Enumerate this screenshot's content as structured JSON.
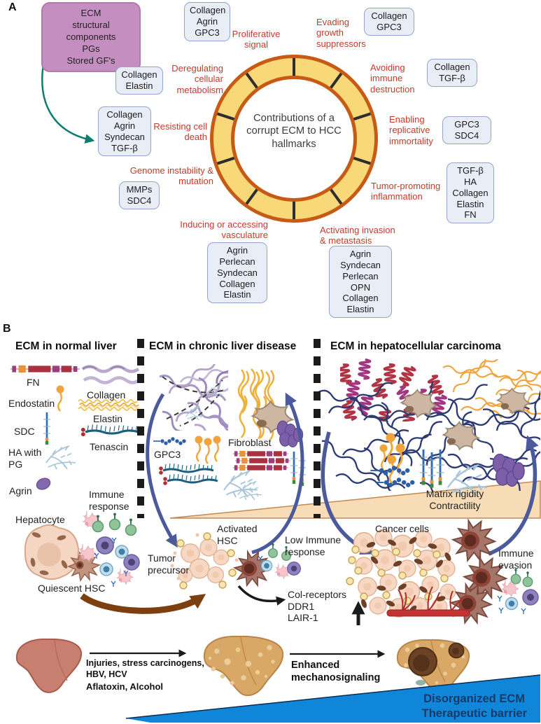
{
  "colors": {
    "hallmark_red": "#C23B2B",
    "wheel_gold": "#F8D878",
    "wheel_border": "#C75B16",
    "component_box_fill": "#E9EDF6",
    "component_box_border": "#93A5CD",
    "source_box_fill": "#C48FC0",
    "teal_arrow": "#0F7D6E",
    "cycle_arrow_blue": "#4A5A9D",
    "brown_arrow": "#7E3F10",
    "tan_triangle": "#F7DCB6",
    "blue_triangle": "#1086D8",
    "navy_text": "#173A6B"
  },
  "panel_a": {
    "label": "A",
    "source_box": "ECM\nstructural\ncomponents\nPGs\nStored GF's",
    "wheel_title": "Contributions of a\ncorrupt ECM to HCC\nhallmarks",
    "hallmarks": [
      {
        "label": "Proliferative\nsignal",
        "box": "Collagen\nAgrin\nGPC3"
      },
      {
        "label": "Evading\ngrowth\nsuppressors",
        "box": "Collagen\nGPC3"
      },
      {
        "label": "Avoiding\nimmune\ndestruction",
        "box": "Collagen\nTGF-β"
      },
      {
        "label": "Enabling\nreplicative\nimmortality",
        "box": "GPC3\nSDC4"
      },
      {
        "label": "Tumor-promoting\ninflammation",
        "box": "TGF-β\nHA\nCollagen\nElastin\nFN"
      },
      {
        "label": "Activating invasion\n& metastasis",
        "box": "Agrin\nSyndecan\nPerlecan\nOPN\nCollagen\nElastin"
      },
      {
        "label": "Inducing or accessing\nvasculature",
        "box": "Agrin\nPerlecan\nSyndecan\nCollagen\nElastin"
      },
      {
        "label": "Genome instability &\nmutation",
        "box": "MMPs\nSDC4"
      },
      {
        "label": "Resisting cell\ndeath",
        "box": "Collagen\nAgrin\nSyndecan\nTGF-β"
      },
      {
        "label": "Deregulating\ncellular\nmetabolism",
        "box": "Collagen\nElastin"
      }
    ]
  },
  "panel_b": {
    "label": "B",
    "section_titles": [
      {
        "title": "ECM in normal liver"
      },
      {
        "title": "ECM in chronic liver disease"
      },
      {
        "title": "ECM in hepatocellular carcinoma"
      }
    ],
    "labels": {
      "fn": "FN",
      "endostatin": "Endostatin",
      "sdc": "SDC",
      "ha_with_pg": "HA with\nPG",
      "agrin": "Agrin",
      "collagen": "Collagen",
      "elastin": "Elastin",
      "tenascin": "Tenascin",
      "immune_response": "Immune\nresponse",
      "hepatocyte": "Hepatocyte",
      "quiescent_hsc": "Quiescent HSC",
      "gpc3": "GPC3",
      "fibroblast": "Fibroblast",
      "activated_hsc": "Activated\nHSC",
      "tumor_precursor": "Tumor\nprecursor",
      "low_immune_response": "Low Immune\nresponse",
      "col_receptors": "Col-receptors\nDDR1\nLAIR-1",
      "matrix_rigidity_contractility": "Matrix rigidity\nContractility",
      "cancer_cells": "Cancer cells",
      "immune_evasion": "Immune\nevasion"
    },
    "bottom": {
      "injuries": "Injuries, stress carcinogens,\nHBV, HCV",
      "aflatoxin_alcohol": "Aflatoxin, Alcohol",
      "enhanced_mechanosignaling": "Enhanced\nmechanosignaling",
      "disorganized_ecm": "Disorganized ECM",
      "therapeutic_barrier": "Therapeutic barrier"
    }
  }
}
